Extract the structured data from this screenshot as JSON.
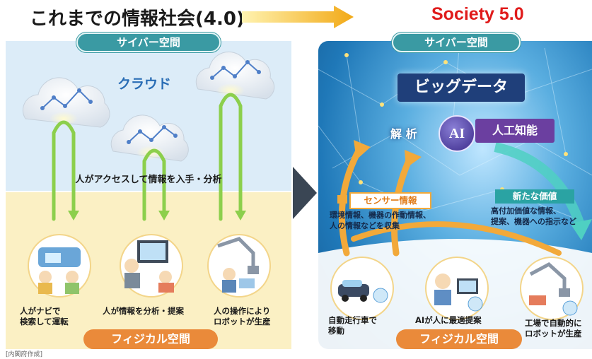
{
  "left": {
    "title": "これまでの情報社会(4.0)",
    "cyber_label": "サイバー空間",
    "cloud_label": "クラウド",
    "access_text": "人がアクセスして情報を入手・分析",
    "physical_label": "フィジカル空間",
    "captions": [
      "人がナビで\n検索して運転",
      "人が情報を分析・提案",
      "人の操作により\nロボットが生産"
    ],
    "source": "[内閣府作成]"
  },
  "right": {
    "title": "Society 5.0",
    "cyber_label": "サイバー空間",
    "bigdata": "ビッグデータ",
    "analysis": "解 析",
    "ai": "AI",
    "ai_full": "人工知能",
    "sensor_title": "センサー情報",
    "sensor_text": "環境情報、機器の作動情報、\n人の情報などを収集",
    "value_title": "新たな価値",
    "value_text": "高付加価値な情報、\n提案、機器への指示など",
    "physical_label": "フィジカル空間",
    "captions": [
      "自動走行車で\n移動",
      "AIが人に最適提案",
      "工場で自動的に\nロボットが生産"
    ],
    "badge": "AI"
  },
  "colors": {
    "accent_title": "#e01b1b",
    "cyber_pill": "#3a9aa3",
    "physical_pill": "#ea8a3a",
    "left_cyber_bg": "#dcecf8",
    "left_physical_bg": "#fbf0c4",
    "right_bg": "#1b6fa8",
    "arrow_green": "#8ccf4c",
    "arrow_orange": "#f2a93a"
  }
}
